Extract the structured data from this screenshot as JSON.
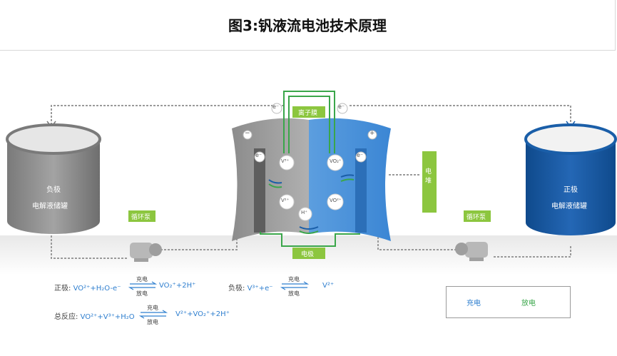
{
  "title": "图3:钒液流电池技术原理",
  "left_tank": {
    "line1": "负极",
    "line2": "电解液储罐"
  },
  "right_tank": {
    "line1": "正极",
    "line2": "电解液储罐"
  },
  "pump_left": "循环泵",
  "pump_right": "循环泵",
  "membrane": "离子膜",
  "electrode": "电极",
  "pile": "电堆",
  "electron": "e⁻",
  "minus_sign": "−",
  "plus_sign": "+",
  "ions": {
    "v_top": "V³⁺",
    "v_bottom": "V²⁺",
    "vo_top": "VO₂⁺",
    "vo_bottom": "VO²⁺",
    "h": "H⁺"
  },
  "equations": {
    "positive_label": "正极:",
    "positive_left": "VO²⁺+H₂O-e⁻",
    "positive_right": "VO₂⁺+2H⁺",
    "negative_label": "负极:",
    "negative_left": "V³⁺+e⁻",
    "negative_right": "V²⁺",
    "total_label": "总反应:",
    "total_left": "VO²⁺+V³⁺+H₂O",
    "total_right": "V²⁺+VO₂⁺+2H⁺",
    "charge": "充电",
    "discharge": "放电"
  },
  "legend": {
    "charge": "充电",
    "discharge": "放电"
  },
  "colors": {
    "accent_green": "#8cc63f",
    "blue": "#2f7fcf",
    "gray_tank": "#8c8c8c",
    "blue_tank": "#1a5ea8"
  }
}
